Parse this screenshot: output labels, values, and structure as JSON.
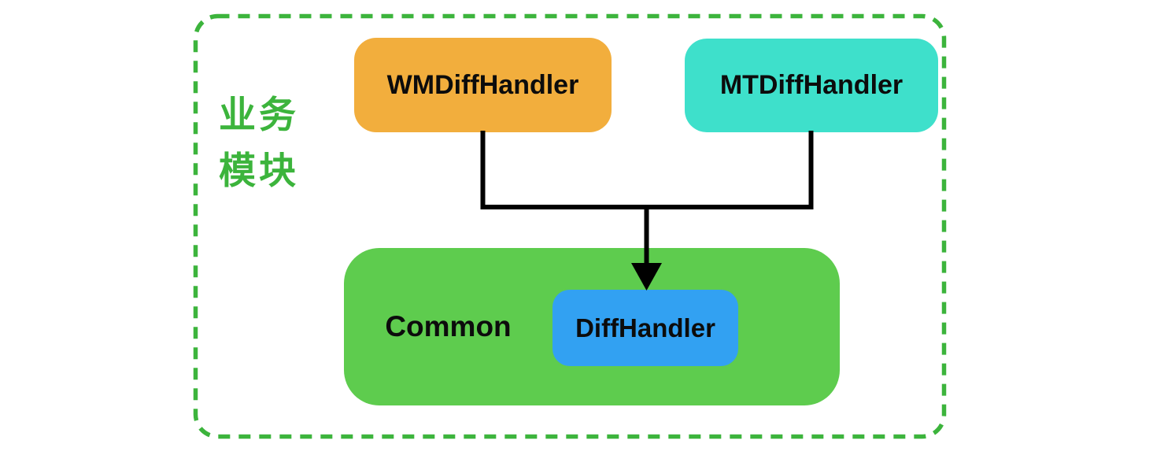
{
  "diagram": {
    "type": "module-dependency-diagram",
    "group_label": {
      "line1": "业务",
      "line2": "模块"
    },
    "nodes": [
      {
        "id": "wm",
        "label": "WMDiffHandler"
      },
      {
        "id": "mt",
        "label": "MTDiffHandler"
      },
      {
        "id": "common",
        "label": "Common"
      },
      {
        "id": "diff",
        "label": "DiffHandler",
        "parent": "common"
      }
    ],
    "edges": [
      {
        "from": "WMDiffHandler",
        "to": "DiffHandler",
        "arrow": true
      },
      {
        "from": "MTDiffHandler",
        "to": "DiffHandler",
        "arrow": true
      }
    ],
    "colors": {
      "outline_green": "#3cb43c",
      "wm_fill": "#f2ae3d",
      "mt_fill": "#3ee0cb",
      "common_fill": "#5ecc4e",
      "diff_fill": "#32a1f2",
      "connector": "#000000"
    }
  }
}
